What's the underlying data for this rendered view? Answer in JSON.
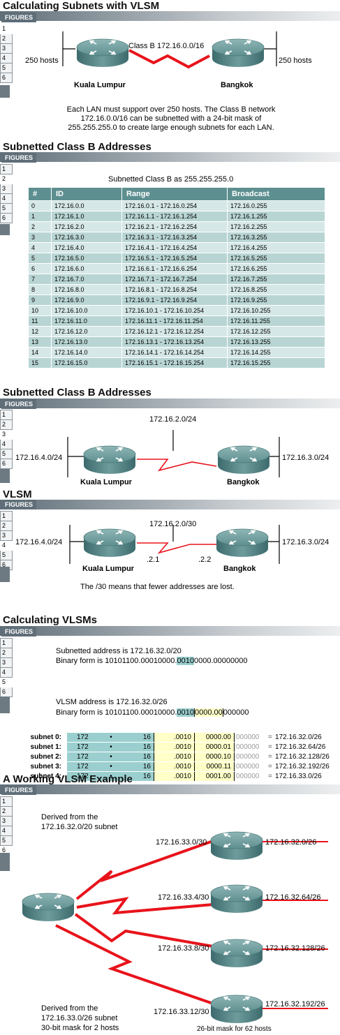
{
  "figures_label": "FIGURES",
  "figure_numbers": [
    "1",
    "2",
    "3",
    "4",
    "5",
    "6"
  ],
  "colors": {
    "bar": "#5f6e78",
    "teal": "#5e8f90",
    "link": "#e8131b",
    "highlight": "#9bcfcf",
    "yellow": "#ffffc8"
  },
  "panel1": {
    "title": "Calculating Subnets with VLSM",
    "active": 1,
    "left_router": "Kuala Lumpur",
    "right_router": "Bangkok",
    "network": "Class B 172.16.0.0/16",
    "left_hosts": "250 hosts",
    "right_hosts": "250 hosts",
    "caption": [
      "Each LAN must support over 250 hosts. The Class B network",
      "172.16.0.0/16 can be subnetted with a 24-bit mask of",
      "255.255.255.0 to create large enough subnets for each LAN."
    ]
  },
  "panel2": {
    "title": "Subnetted Class B Addresses",
    "active": 2,
    "table_title": "Subnetted Class B as 255.255.255.0",
    "headers": [
      "#",
      "ID",
      "Range",
      "Broadcast"
    ],
    "rows": [
      [
        "0",
        "172.16.0.0",
        "172.16.0.1 - 172.16.0.254",
        "172.16.0.255"
      ],
      [
        "1",
        "172.16.1.0",
        "172.16.1.1 - 172.16.1.254",
        "172.16.1.255"
      ],
      [
        "2",
        "172.16.2.0",
        "172.16.2.1 - 172.16.2.254",
        "172.16.2.255"
      ],
      [
        "3",
        "172.16.3.0",
        "172.16.3.1 - 172.16.3.254",
        "172.16.3.255"
      ],
      [
        "4",
        "172.16.4.0",
        "172.16.4.1 - 172.16.4.254",
        "172.16.4.255"
      ],
      [
        "5",
        "172.16.5.0",
        "172.16.5.1 - 172.16.5.254",
        "172.16.5.255"
      ],
      [
        "6",
        "172.16.6.0",
        "172.16.6.1 - 172.16.6.254",
        "172.16.6.255"
      ],
      [
        "7",
        "172.16.7.0",
        "172.16.7.1 - 172.16.7.254",
        "172.16.7.255"
      ],
      [
        "8",
        "172.16.8.0",
        "172.16.8.1 - 172.16.8.254",
        "172.16.8.255"
      ],
      [
        "9",
        "172.16.9.0",
        "172.16.9.1 - 172.16.9.254",
        "172.16.9.255"
      ],
      [
        "10",
        "172.16.10.0",
        "172.16.10.1 - 172.16.10.254",
        "172.16.10.255"
      ],
      [
        "11",
        "172.16.11.0",
        "172.16.11.1 - 172.16.11.254",
        "172.16.11.255"
      ],
      [
        "12",
        "172.16.12.0",
        "172.16.12.1 - 172.16.12.254",
        "172.16.12.255"
      ],
      [
        "13",
        "172.16.13.0",
        "172.16.13.1 - 172.16.13.254",
        "172.16.13.255"
      ],
      [
        "14",
        "172.16.14.0",
        "172.16.14.1 - 172.16.14.254",
        "172.16.14.255"
      ],
      [
        "15",
        "172.16.15.0",
        "172.16.15.1 - 172.16.15.254",
        "172.16.15.255"
      ]
    ]
  },
  "panel3": {
    "title": "Subnetted Class B Addresses",
    "active": 3,
    "left_router": "Kuala Lumpur",
    "right_router": "Bangkok",
    "wan": "172.16.2.0/24",
    "left_lan": "172.16.4.0/24",
    "right_lan": "172.16.3.0/24"
  },
  "panel4": {
    "title": "VLSM",
    "active": 4,
    "left_router": "Kuala Lumpur",
    "right_router": "Bangkok",
    "wan": "172.16.2.0/30",
    "left_lan": "172.16.4.0/24",
    "right_lan": "172.16.3.0/24",
    "left_if": ".2.1",
    "right_if": ".2.2",
    "caption": "The /30 means that fewer addresses are lost."
  },
  "panel5": {
    "title": "Calculating VLSMs",
    "active": 5,
    "subnetted_line": "Subnetted address is 172.16.32.0/20",
    "binary1_prefix": "Binary form is 10101100.00010000.",
    "binary1_hl": "0010",
    "binary1_rest": "0000.00000000",
    "vlsm_line": "VLSM address is 172.16.32.0/26",
    "binary2_prefix": "Binary form is 10101100.00010000.",
    "binary2_hl": "0010",
    "binary2_yellow": "0000.00",
    "binary2_rest": "000000",
    "rows": [
      {
        "label": "subnet 0:",
        "o1": "172",
        "dot": "•",
        "o2": "16",
        "b3": ".0010",
        "b4": "0000.00",
        "host": "000000",
        "eq": "=",
        "result": "172.16.32.0/26"
      },
      {
        "label": "subnet 1:",
        "o1": "172",
        "dot": "•",
        "o2": "16",
        "b3": ".0010",
        "b4": "0000.01",
        "host": "000000",
        "eq": "=",
        "result": "172.16.32.64/26"
      },
      {
        "label": "subnet 2:",
        "o1": "172",
        "dot": "•",
        "o2": "16",
        "b3": ".0010",
        "b4": "0000.10",
        "host": "000000",
        "eq": "=",
        "result": "172.16.32.128/26"
      },
      {
        "label": "subnet 3:",
        "o1": "172",
        "dot": "•",
        "o2": "16",
        "b3": ".0010",
        "b4": "0000.11",
        "host": "000000",
        "eq": "=",
        "result": "172.16.32.192/26"
      },
      {
        "label": "subnet 4:",
        "o1": "172",
        "dot": "•",
        "o2": "16",
        "b3": ".0010",
        "b4": "0001.00",
        "host": "000000",
        "eq": "=",
        "result": "172.16.33.0/26"
      }
    ]
  },
  "panel6": {
    "title": "A Working VLSM Example",
    "active": 6,
    "derived1": [
      "Derived from the",
      "172.16.32.0/20 subnet"
    ],
    "derived2": [
      "Derived from the",
      "172.16.33.0/26 subnet",
      "30-bit mask for 2 hosts"
    ],
    "wan_links": [
      "172.16.33.0/30",
      "172.16.33.4/30",
      "172.16.33.8/30",
      "172.16.33.12/30"
    ],
    "lans": [
      "172.16.32.0/26",
      "172.16.32.64/26",
      "172.16.32.128/26",
      "172.16.32.192/26"
    ],
    "footer": "26-bit mask for 62 hosts"
  }
}
